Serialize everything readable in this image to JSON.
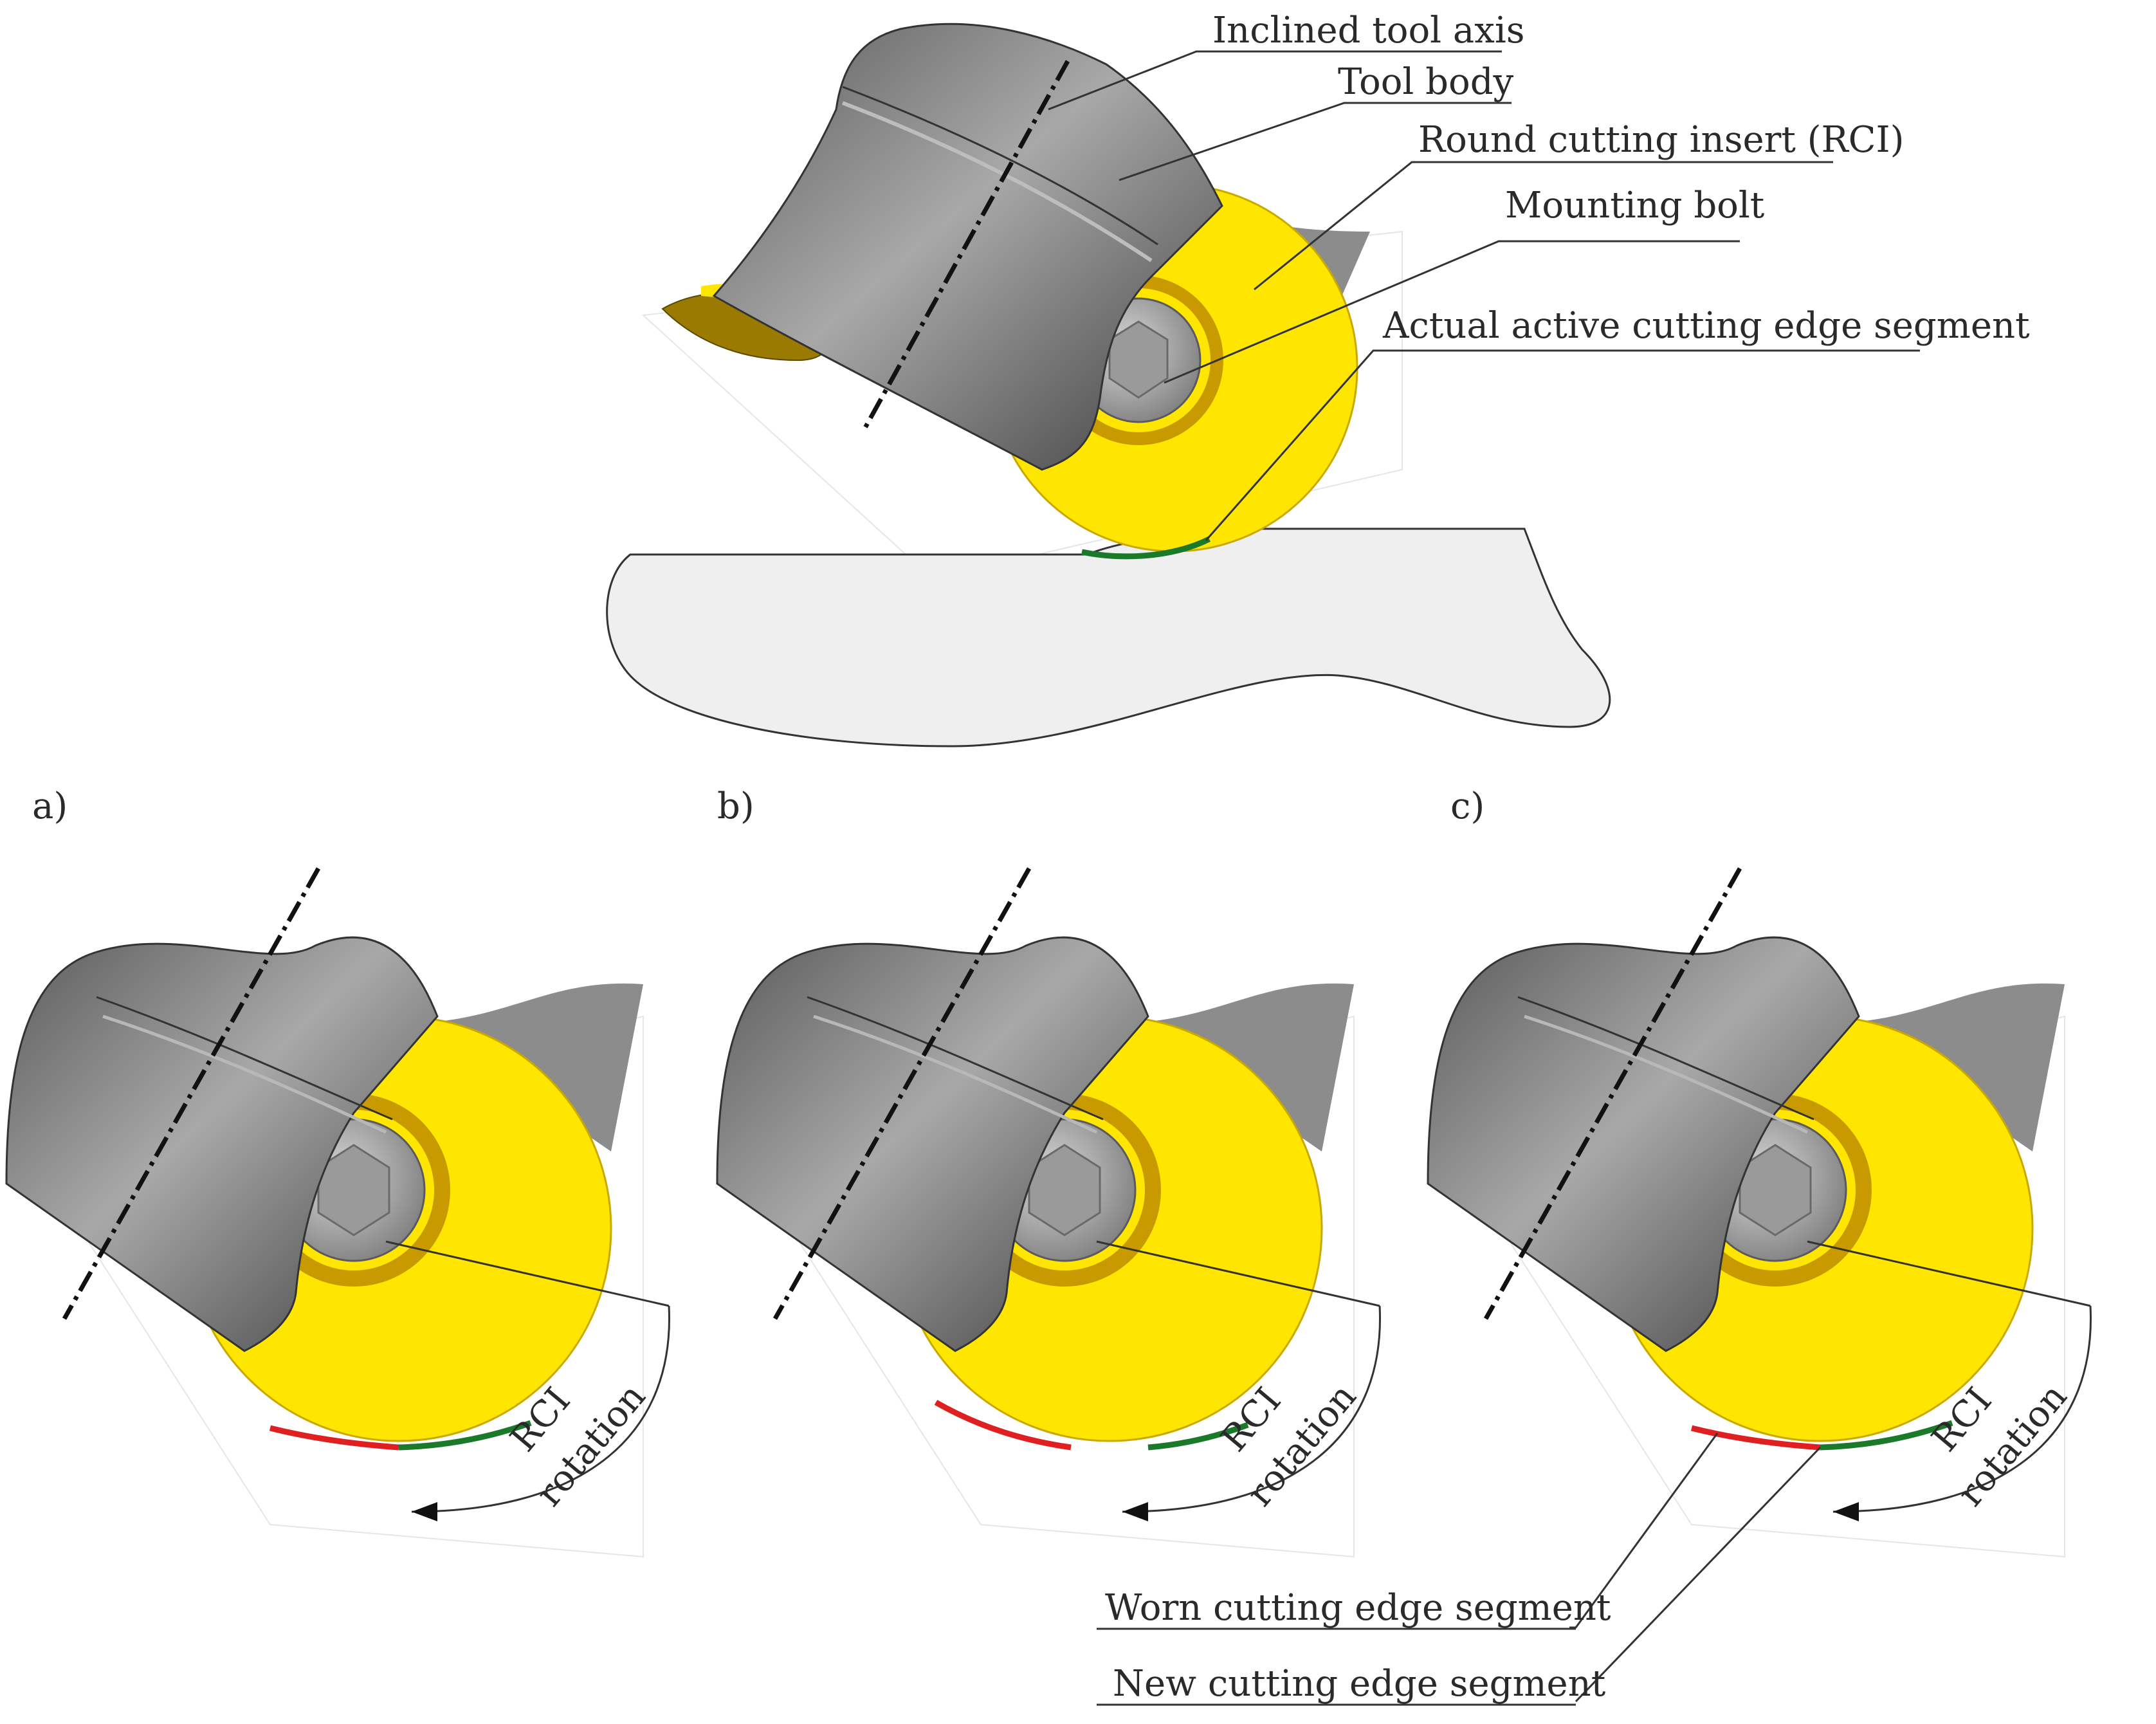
{
  "labels": {
    "inclined_tool_axis": "Inclined tool axis",
    "tool_body": "Tool body",
    "round_cutting_insert": "Round cutting insert (RCI)",
    "mounting_bolt": "Mounting bolt",
    "active_edge": "Actual active cutting edge segment",
    "worn_edge": "Worn cutting edge segment",
    "new_edge": "New cutting edge segment"
  },
  "panels": [
    {
      "id": "a",
      "label": "a)"
    },
    {
      "id": "b",
      "label": "b)"
    },
    {
      "id": "c",
      "label": "c)"
    }
  ],
  "rotation_label": {
    "line1": "RCI",
    "line2": "rotation"
  },
  "colors": {
    "insert_yellow": "#ffe600",
    "insert_shadow": "#9a7a00",
    "tool_grey": "#8a8a8a",
    "workpiece": "#efefef",
    "worn_red": "#e02020",
    "new_green": "#1a7a2a"
  }
}
